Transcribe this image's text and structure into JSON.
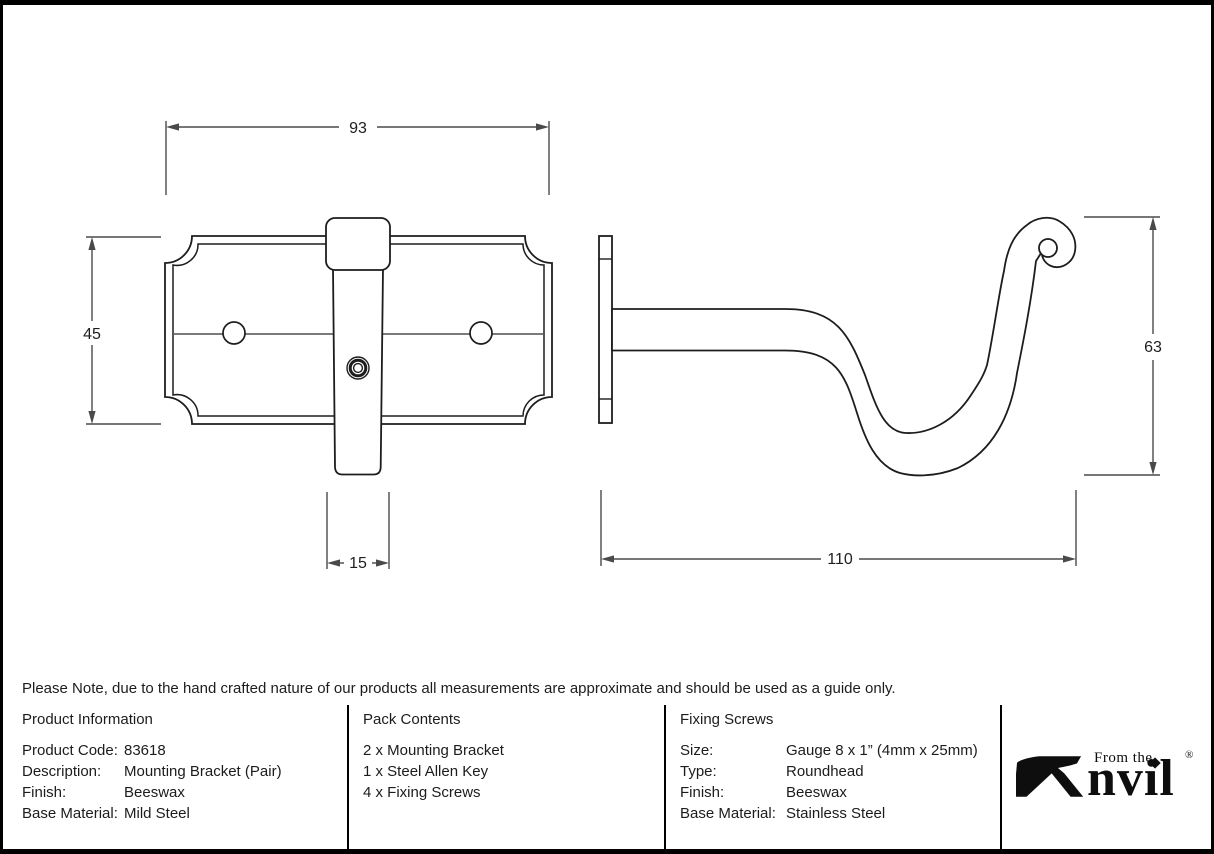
{
  "note": "Please Note, due to the hand crafted nature of our products all measurements are approximate and should be used as a guide only.",
  "table": {
    "product_information": {
      "header": "Product Information",
      "rows": [
        {
          "label": "Product Code:",
          "value": "83618"
        },
        {
          "label": "Description:",
          "value": "Mounting Bracket (Pair)"
        },
        {
          "label": "Finish:",
          "value": "Beeswax"
        },
        {
          "label": "Base Material:",
          "value": "Mild Steel"
        }
      ]
    },
    "pack_contents": {
      "header": "Pack Contents",
      "items": [
        "2 x Mounting Bracket",
        "1 x Steel Allen Key",
        "4 x Fixing Screws"
      ]
    },
    "fixing_screws": {
      "header": "Fixing Screws",
      "rows": [
        {
          "label": "Size:",
          "value": "Gauge 8 x 1” (4mm x 25mm)"
        },
        {
          "label": "Type:",
          "value": "Roundhead"
        },
        {
          "label": "Finish:",
          "value": "Beeswax"
        },
        {
          "label": "Base Material:",
          "value": "Stainless Steel"
        }
      ]
    }
  },
  "logo": {
    "prefix": "From the",
    "name": "nvil",
    "registered": "®",
    "icon": "anvil-icon",
    "color": "#0e0e0e"
  },
  "drawing": {
    "type": "technical-drawing",
    "views": {
      "front_view": {
        "description": "mounting back plate with bracket arm",
        "plate_width_mm": "93",
        "plate_height_mm": "45",
        "arm_width_mm": "15"
      },
      "side_view": {
        "description": "wall plate with curled hook bracket",
        "projection_mm": "110",
        "hook_height_mm": "63"
      }
    },
    "outline_color": "#1d1d1d",
    "dimension_color": "#4a4a4a"
  }
}
